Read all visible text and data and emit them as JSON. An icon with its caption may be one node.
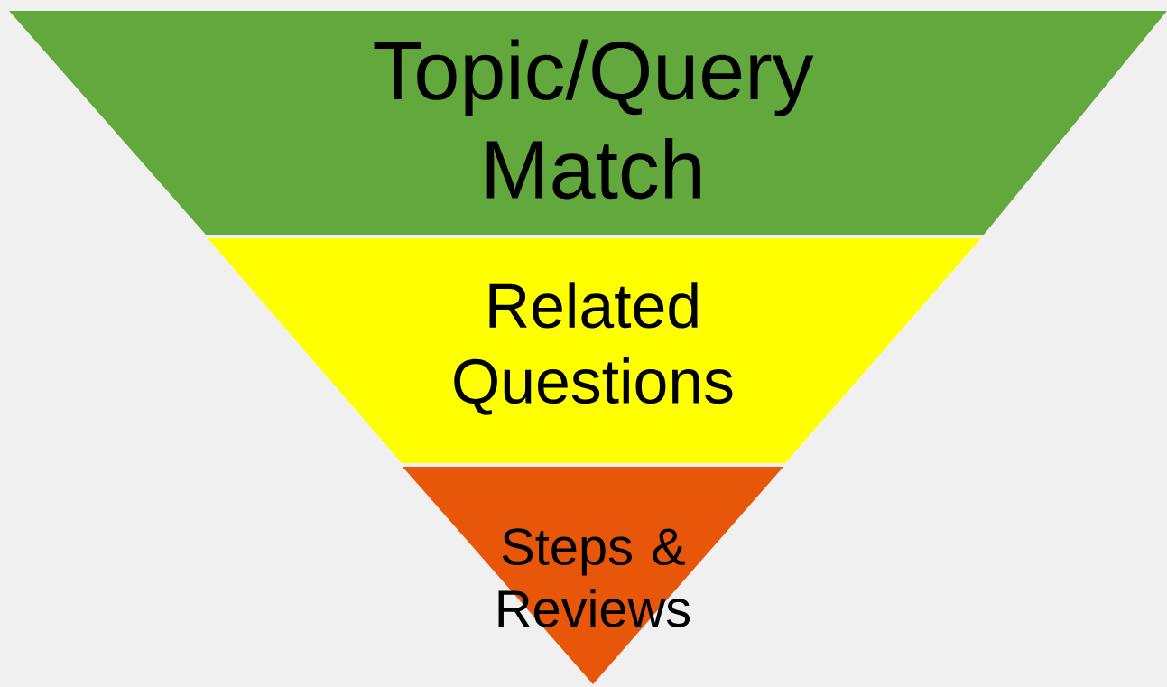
{
  "diagram": {
    "nodes": [
      {
        "text": [
          "Topic/Query Match"
        ]
      },
      {
        "text": [
          "Related Questions"
        ]
      },
      {
        "text": [
          "Steps & Reviews"
        ]
      }
    ]
  }
}
